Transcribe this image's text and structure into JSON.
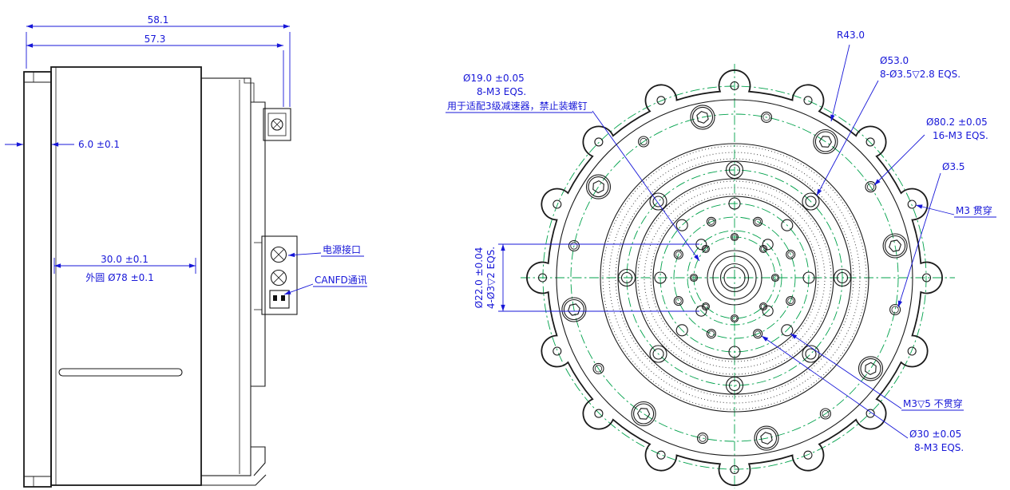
{
  "colors": {
    "dimension_blue": "#1717d8",
    "line_black": "#1a1a1a",
    "centerline_green": "#00a14b",
    "background": "#ffffff"
  },
  "side_view": {
    "dim_58_1": "58.1",
    "dim_57_3": "57.3",
    "dim_6": "6.0 ±0.1",
    "dim_30": "30.0 ±0.1",
    "dim_od78": "外圆 Ø78 ±0.1",
    "label_power": "电源接口",
    "label_canfd": "CANFD通讯"
  },
  "front_view": {
    "r43": "R43.0",
    "d53_l1": "Ø53.0",
    "d53_l2": "8-Ø3.5▽2.8 EQS.",
    "d19_l1": "Ø19.0 ±0.05",
    "d19_l2": "8-M3 EQS.",
    "d19_note": "用于适配3级减速器，禁止装螺钉",
    "d80_l1": "Ø80.2 ±0.05",
    "d80_l2": "16-M3 EQS.",
    "d35": "Ø3.5",
    "m3_through": "M3 贯穿",
    "d22_l1": "Ø22.0 ±0.04",
    "d22_l2": "4-Ø3▽2 EQS.",
    "m3_blind": "M3▽5 不贯穿",
    "d30_l1": "Ø30 ±0.05",
    "d30_l2": "8-M3 EQS."
  }
}
